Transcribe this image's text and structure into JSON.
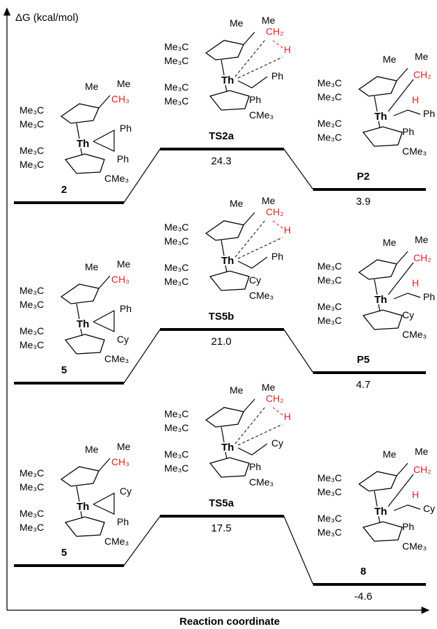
{
  "y_axis_title": "ΔG (kcal/mol)",
  "x_axis_title": "Reaction coordinate",
  "profiles": [
    {
      "reactant": {
        "label": "2",
        "energy": ""
      },
      "ts": {
        "label": "TS2a",
        "energy": "24.3"
      },
      "product": {
        "label": "P2",
        "energy": "3.9"
      },
      "substituents": {
        "ts_top": "Ph",
        "ts_bottom": "Ph",
        "react_top": "Ph",
        "react_bottom": "Ph",
        "prod_top": "Ph",
        "prod_bottom": "Ph"
      }
    },
    {
      "reactant": {
        "label": "5",
        "energy": ""
      },
      "ts": {
        "label": "TS5b",
        "energy": "21.0"
      },
      "product": {
        "label": "P5",
        "energy": "4.7"
      },
      "substituents": {
        "ts_top": "Ph",
        "ts_bottom": "Cy",
        "react_top": "Ph",
        "react_bottom": "Cy",
        "prod_top": "Ph",
        "prod_bottom": "Cy"
      }
    },
    {
      "reactant": {
        "label": "5",
        "energy": ""
      },
      "ts": {
        "label": "TS5a",
        "energy": "17.5"
      },
      "product": {
        "label": "8",
        "energy": "-4.6"
      },
      "substituents": {
        "ts_top": "Cy",
        "ts_bottom": "Ph",
        "react_top": "Cy",
        "react_bottom": "Ph",
        "prod_top": "Cy",
        "prod_bottom": "Ph"
      }
    }
  ],
  "chem": {
    "me": "Me",
    "me3c": "Me₃C",
    "cme3": "CMe₃",
    "th": "Th",
    "h": "H",
    "ch3": "CH₃",
    "ch2": "CH₂"
  },
  "colors": {
    "line": "#000000",
    "highlight": "#e02020"
  }
}
